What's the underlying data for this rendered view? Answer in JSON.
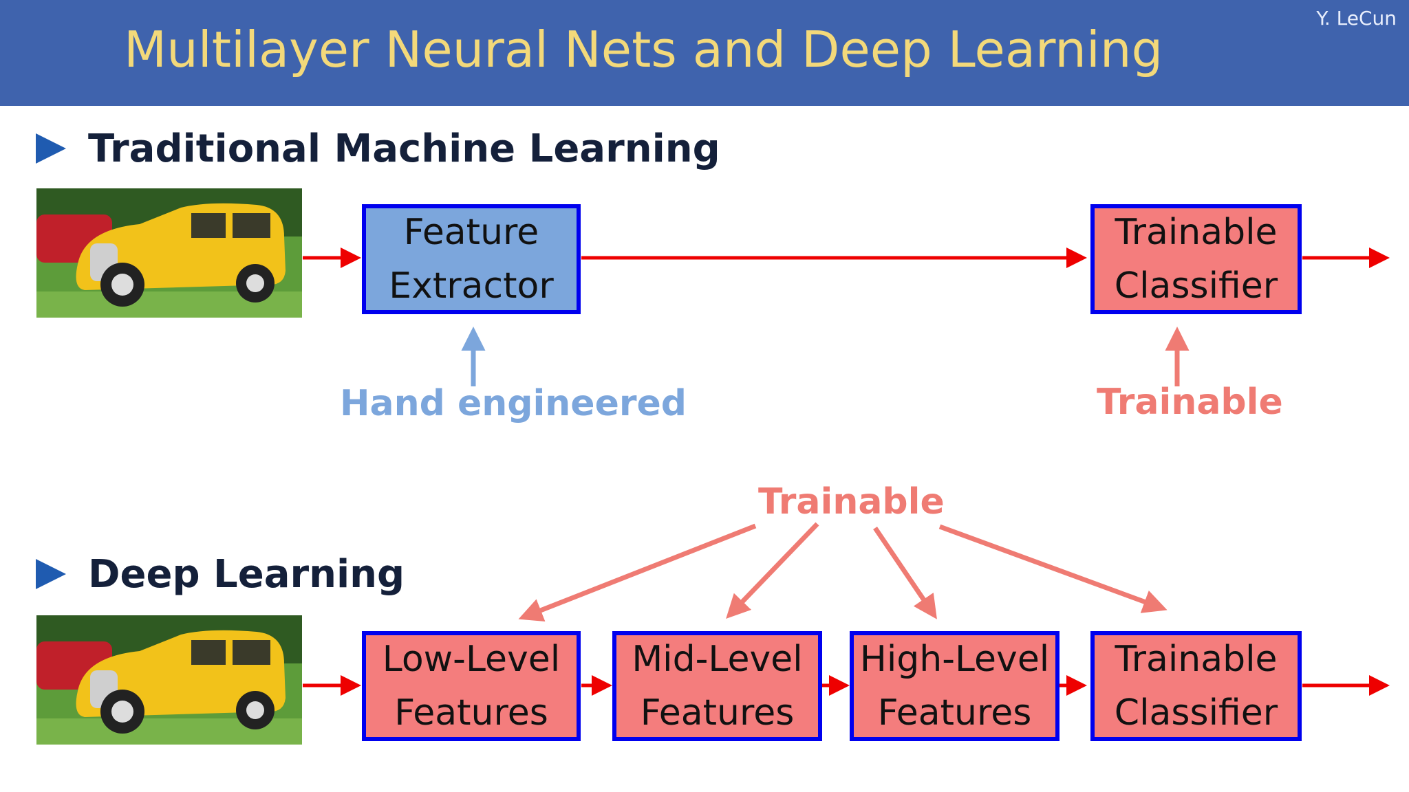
{
  "slide": {
    "title": "Multilayer Neural Nets and Deep Learning",
    "author": "Y. LeCun"
  },
  "traditional": {
    "heading": "Traditional Machine Learning",
    "feature_extractor": [
      "Feature",
      "Extractor"
    ],
    "classifier": [
      "Trainable",
      "Classifier"
    ],
    "hand_engineered_label": "Hand engineered",
    "trainable_label": "Trainable"
  },
  "deep": {
    "heading": "Deep Learning",
    "trainable_label": "Trainable",
    "low_level": [
      "Low-Level",
      "Features"
    ],
    "mid_level": [
      "Mid-Level",
      "Features"
    ],
    "high_level": [
      "High-Level",
      "Features"
    ],
    "classifier": [
      "Trainable",
      "Classifier"
    ]
  },
  "colors": {
    "header": "#3f63ad",
    "title": "#f3d97a",
    "box_border": "#0000ee",
    "hand_engineered": "#7ca6dc",
    "trainable": "#f47d7d",
    "flow_arrow": "#ee0000"
  }
}
